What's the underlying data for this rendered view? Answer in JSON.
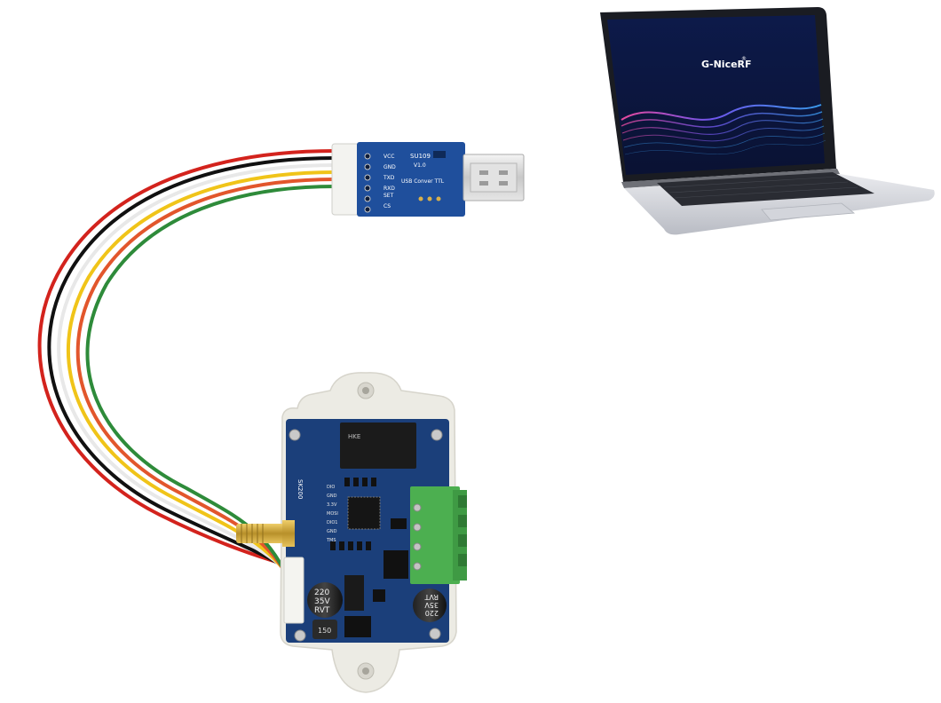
{
  "usb_adapter": {
    "model": "SU109",
    "version": "V1.0",
    "description": "USB Conver TTL",
    "pins": [
      "VCC",
      "GND",
      "TXD",
      "RXD",
      "SET",
      "CS"
    ]
  },
  "laptop": {
    "screen_logo": "G-NiceRF",
    "logo_mark": "®"
  },
  "module_board": {
    "board_label": "SK200",
    "pin_labels": [
      "DIO",
      "GND",
      "3.3V",
      "MOSI",
      "DIO1",
      "GND",
      "TMS"
    ],
    "capacitor_left": [
      "220",
      "35V",
      "RVT"
    ],
    "capacitor_right": [
      "220",
      "35V",
      "RVT"
    ],
    "relay_brand": "HKE",
    "inductor_label": "150"
  },
  "colors": {
    "adapter_pcb": "#1f4f9c",
    "module_pcb": "#1b3f7a",
    "enclosure": "#ecebe4",
    "terminal_block": "#4caf50",
    "laptop_screen": "#0b1640",
    "sma_connector": "#c9a23a"
  }
}
